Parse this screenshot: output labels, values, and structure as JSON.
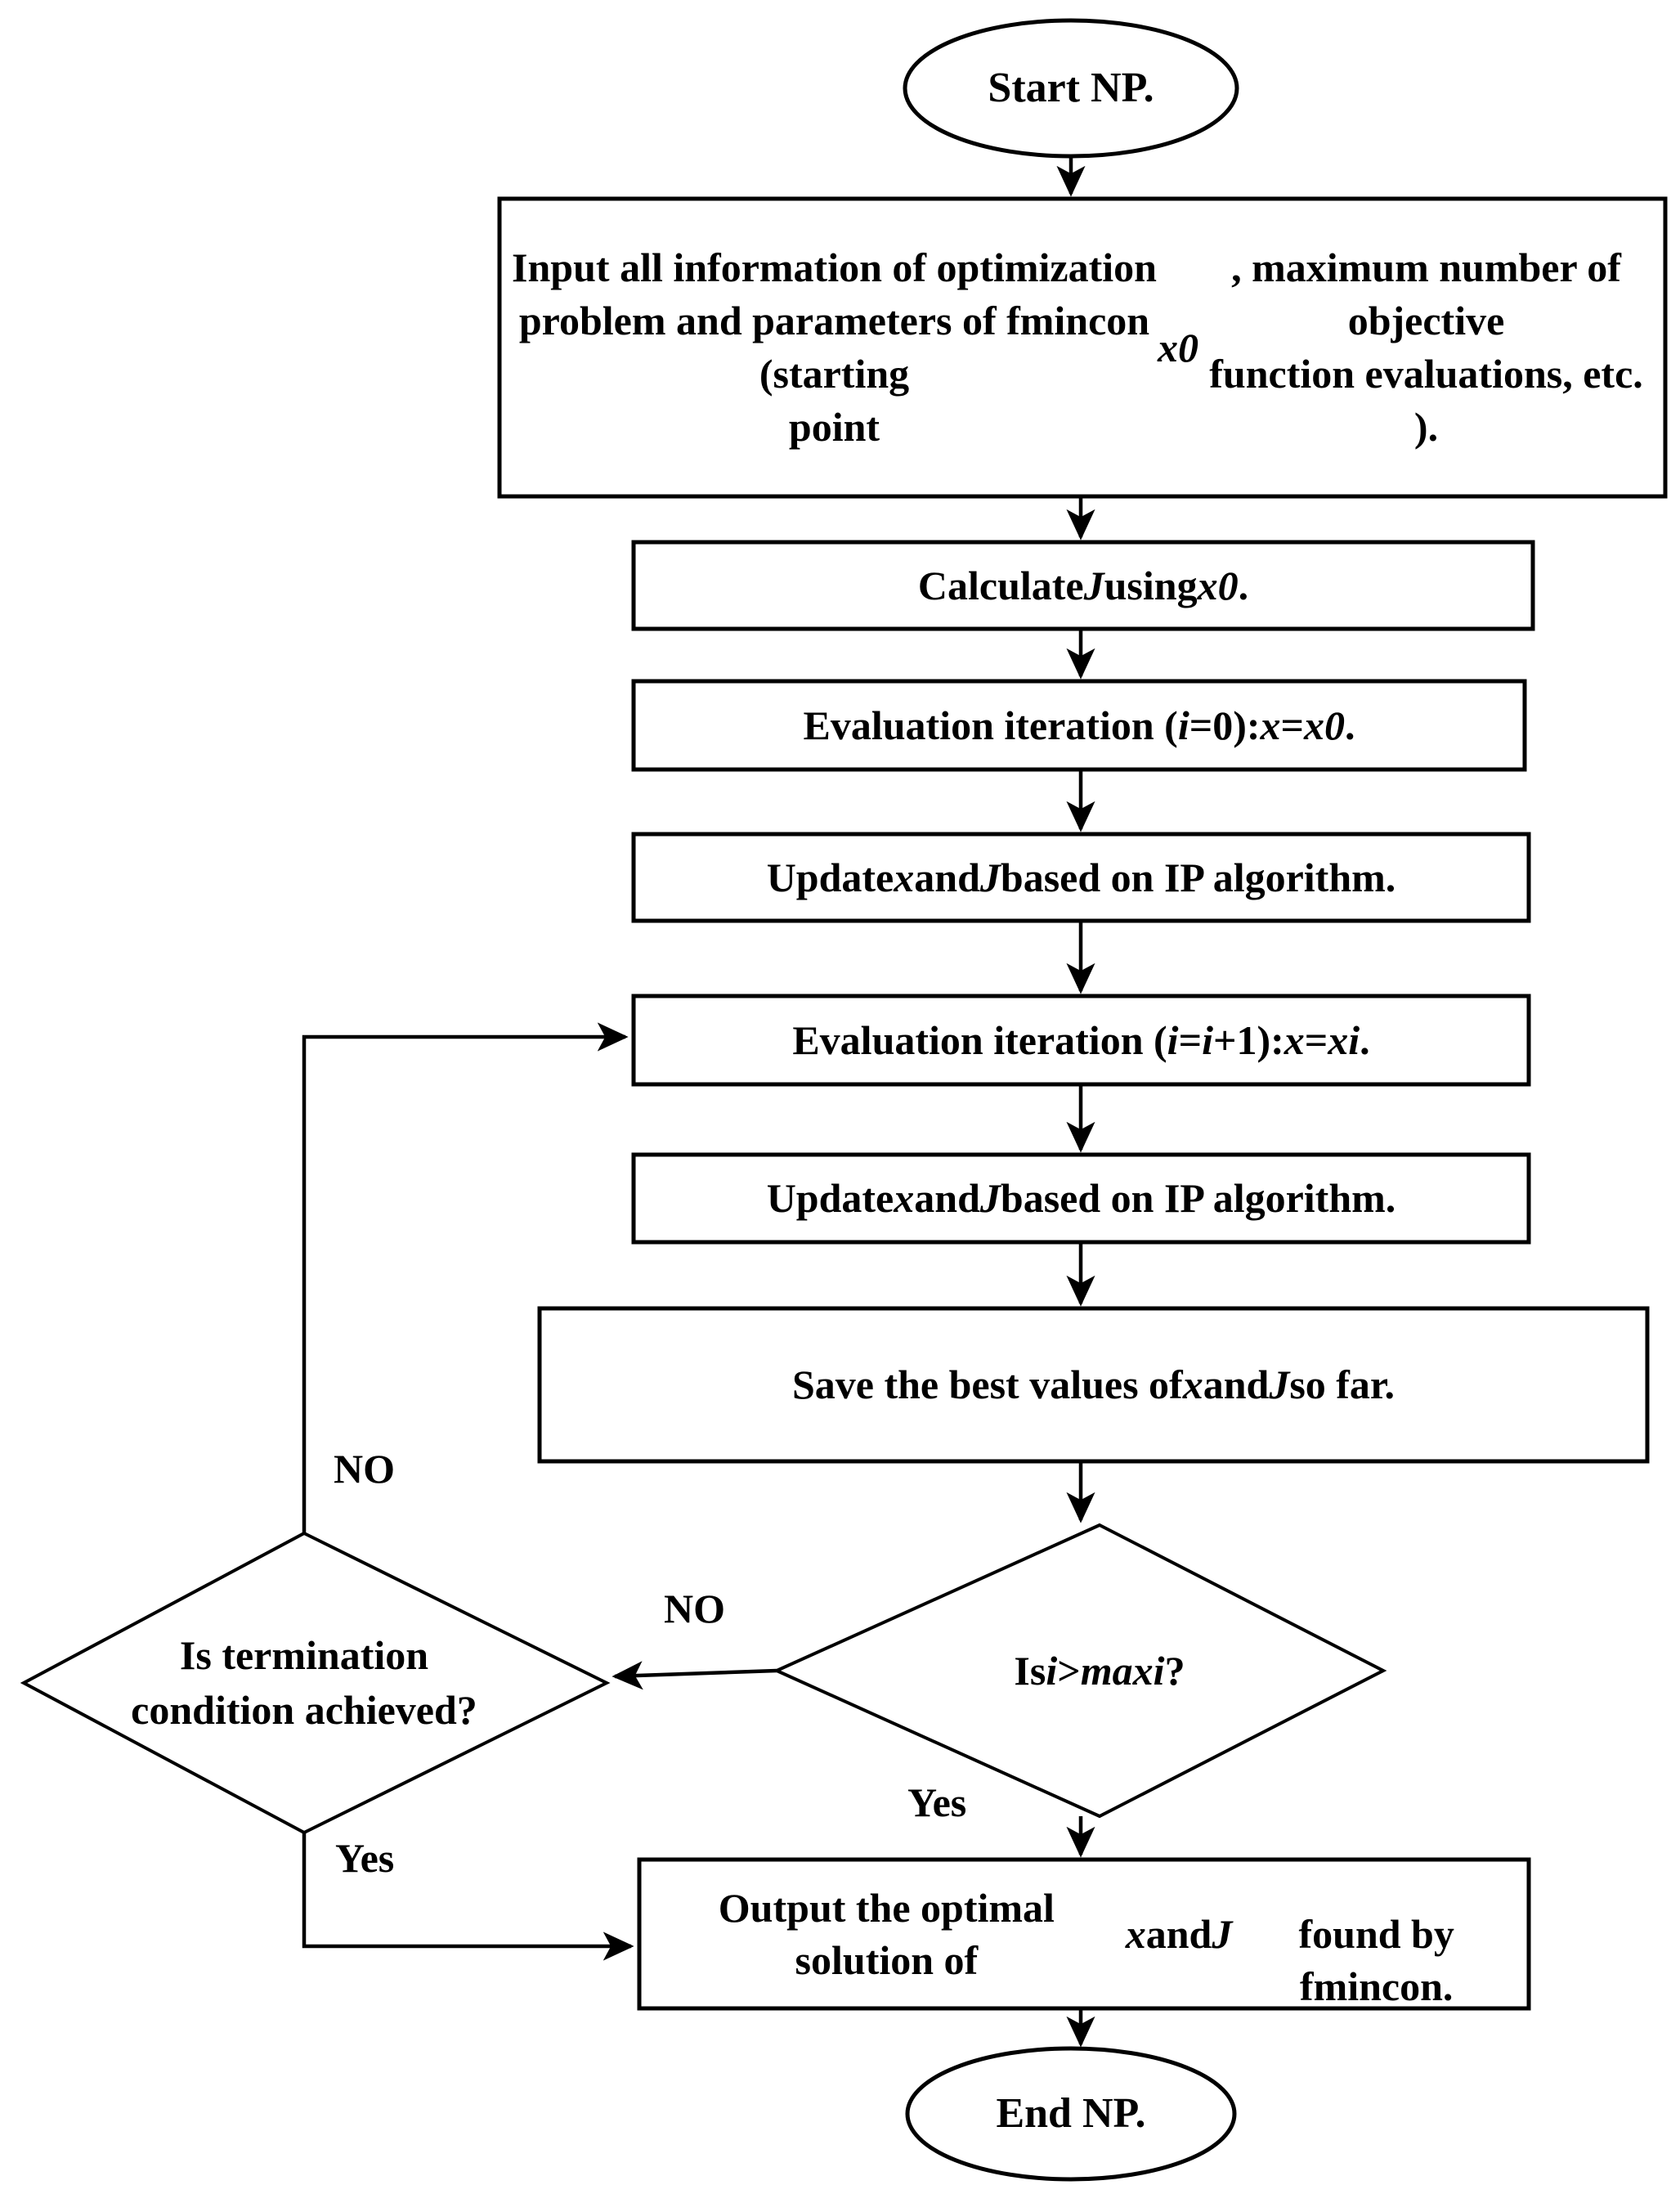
{
  "diagram": {
    "type": "flowchart",
    "title": "",
    "background_color": "#ffffff",
    "line_color": "#000000",
    "text_color": "#000000",
    "nodes": [
      {
        "id": "start",
        "shape": "ellipse",
        "text": "Start NP."
      },
      {
        "id": "input",
        "shape": "rectangle",
        "text": "Input all information of optimization\nproblem and parameters of fmincon (starting\npoint x0, maximum number of objective\nfunction evaluations, etc. )."
      },
      {
        "id": "calculate",
        "shape": "rectangle",
        "text": "Calculate  J  using x0."
      },
      {
        "id": "eval0",
        "shape": "rectangle",
        "text": "Evaluation iteration (i=0): x=x0."
      },
      {
        "id": "update1",
        "shape": "rectangle",
        "text": "Update x and  J based on IP algorithm."
      },
      {
        "id": "evali",
        "shape": "rectangle",
        "text": "Evaluation iteration (i=i+1): x=xi."
      },
      {
        "id": "update2",
        "shape": "rectangle",
        "text": "Update x and  J based on IP algorithm."
      },
      {
        "id": "save",
        "shape": "rectangle",
        "text": "Save the best values of  x and J so far."
      },
      {
        "id": "termination",
        "shape": "diamond",
        "text": "Is termination\ncondition achieved?"
      },
      {
        "id": "maxi",
        "shape": "diamond",
        "text": "Is i > max i?"
      },
      {
        "id": "output",
        "shape": "rectangle",
        "text": "Output the optimal solution of x and J\nfound by fmincon."
      },
      {
        "id": "end",
        "shape": "ellipse",
        "text": "End NP."
      }
    ],
    "edge_labels": {
      "termination_no": "NO",
      "maxi_no": "NO",
      "maxi_yes": "Yes",
      "termination_yes": "Yes"
    },
    "edges": [
      {
        "from": "start",
        "to": "input",
        "label": ""
      },
      {
        "from": "input",
        "to": "calculate",
        "label": ""
      },
      {
        "from": "calculate",
        "to": "eval0",
        "label": ""
      },
      {
        "from": "eval0",
        "to": "update1",
        "label": ""
      },
      {
        "from": "update1",
        "to": "evali",
        "label": ""
      },
      {
        "from": "evali",
        "to": "update2",
        "label": ""
      },
      {
        "from": "update2",
        "to": "save",
        "label": ""
      },
      {
        "from": "save",
        "to": "maxi",
        "label": ""
      },
      {
        "from": "maxi",
        "to": "termination",
        "label": "NO"
      },
      {
        "from": "maxi",
        "to": "output",
        "label": "Yes"
      },
      {
        "from": "termination",
        "to": "evali",
        "label": "NO"
      },
      {
        "from": "termination",
        "to": "output",
        "label": "Yes"
      },
      {
        "from": "output",
        "to": "end",
        "label": ""
      }
    ]
  }
}
